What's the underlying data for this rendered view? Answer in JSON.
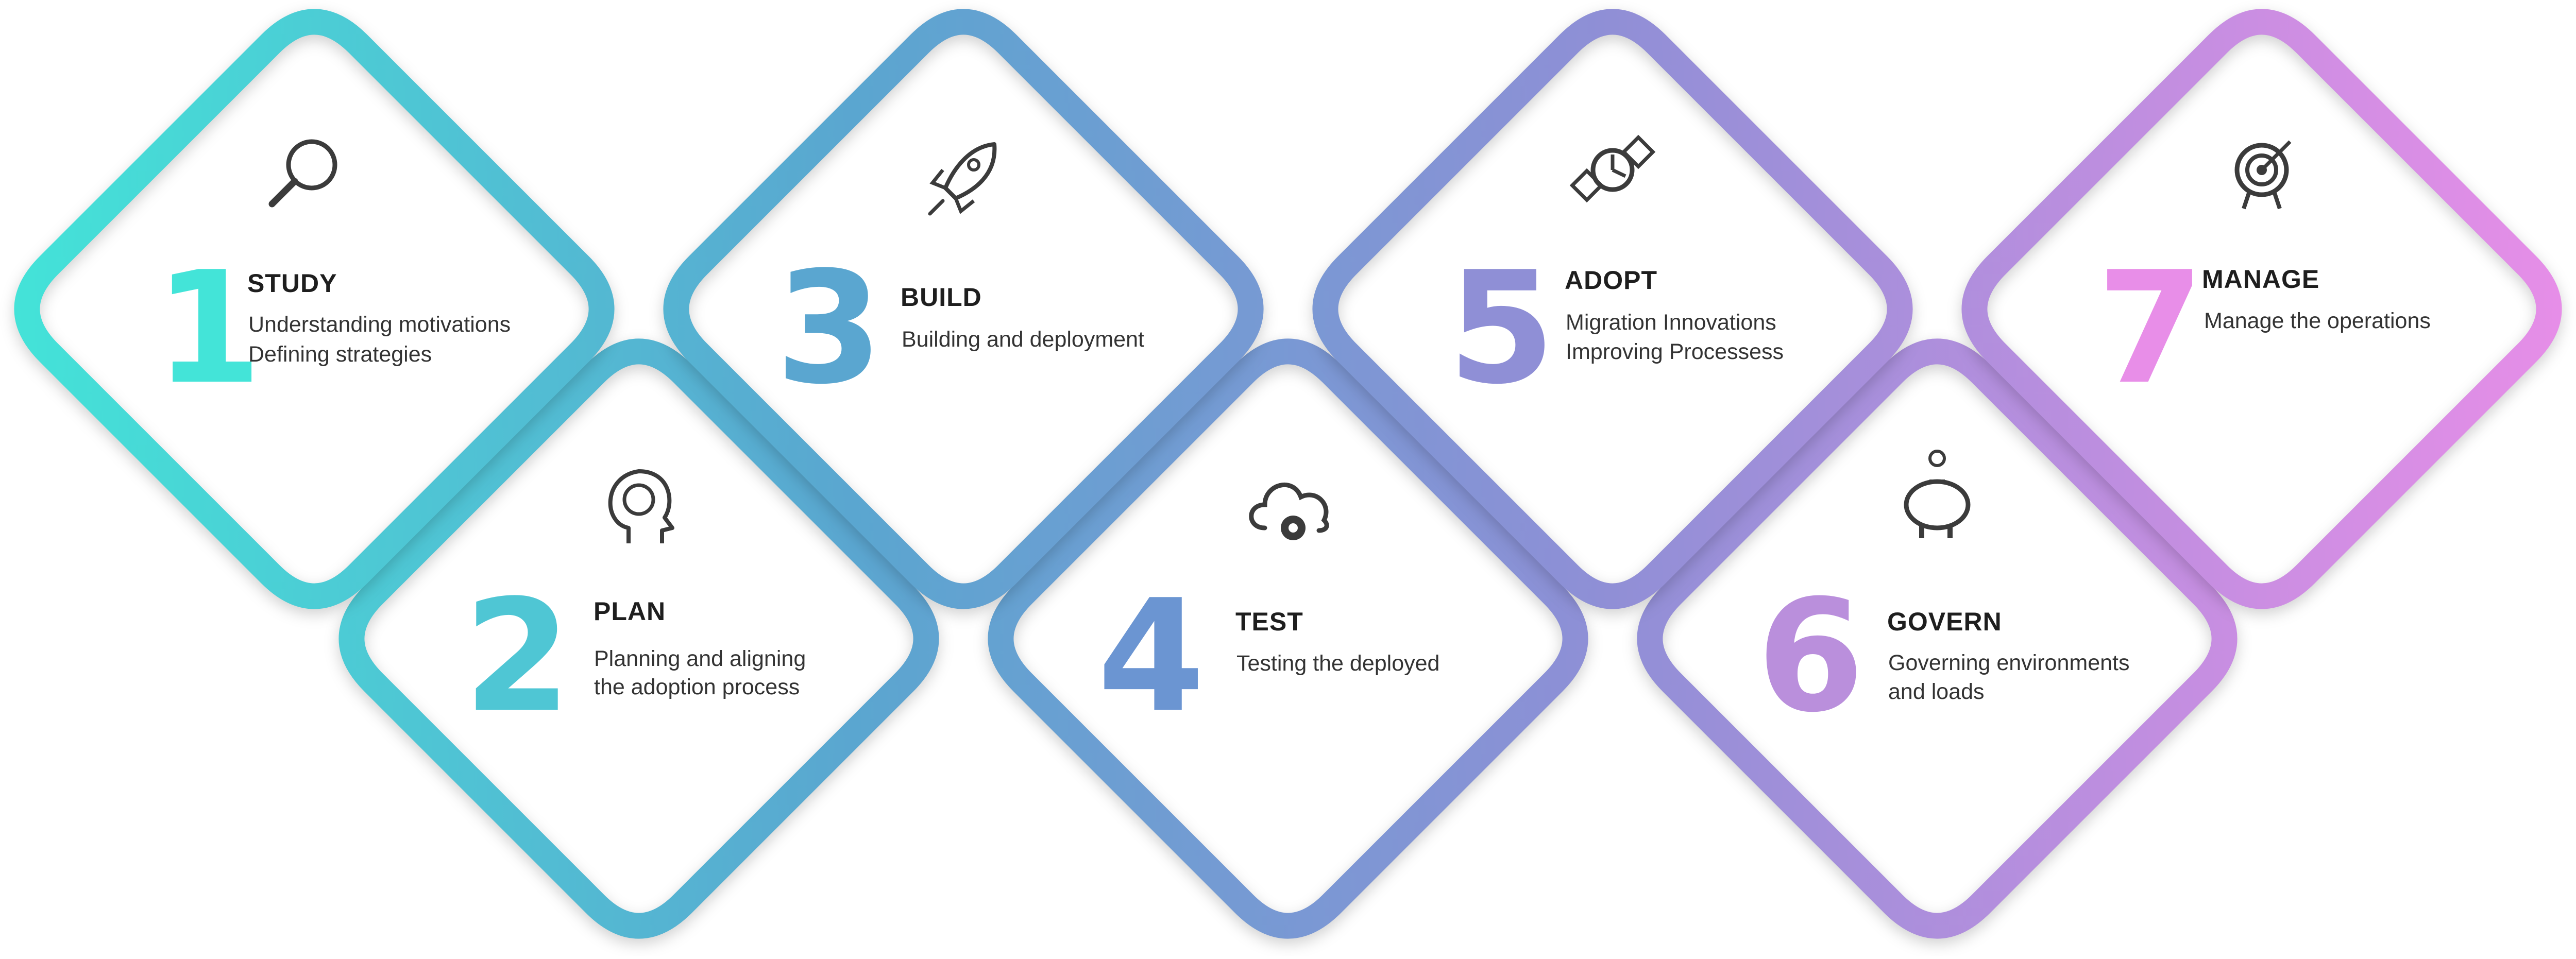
{
  "colors": {
    "gradient": [
      "#43e4d8",
      "#4fc6d4",
      "#5aa6d0",
      "#6b95d2",
      "#8f8fd6",
      "#ba8fdc",
      "#e88ee8"
    ],
    "text": "#1e1e1e"
  },
  "steps": [
    {
      "number": "1",
      "title": "STUDY",
      "lines": [
        "Understanding motivations",
        "Defining strategies"
      ],
      "icon": "magnifier-icon"
    },
    {
      "number": "2",
      "title": "PLAN",
      "lines": [
        "Planning and aligning",
        "the adoption process"
      ],
      "icon": "brain-head-icon"
    },
    {
      "number": "3",
      "title": "BUILD",
      "lines": [
        "Building and deployment"
      ],
      "icon": "rocket-icon"
    },
    {
      "number": "4",
      "title": "TEST",
      "lines": [
        "Testing the deployed"
      ],
      "icon": "cloud-gear-icon"
    },
    {
      "number": "5",
      "title": "ADOPT",
      "lines": [
        "Migration Innovations",
        "Improving Processess"
      ],
      "icon": "satellite-icon"
    },
    {
      "number": "6",
      "title": "GOVERN",
      "lines": [
        "Governing environments",
        "and loads"
      ],
      "icon": "piggy-bank-icon"
    },
    {
      "number": "7",
      "title": "MANAGE",
      "lines": [
        "Manage the operations"
      ],
      "icon": "target-icon"
    }
  ]
}
